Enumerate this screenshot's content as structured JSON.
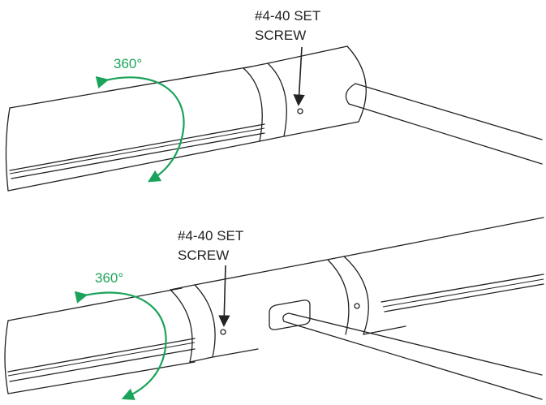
{
  "colors": {
    "line": "#222222",
    "rotation_arrow": "#1aa35a"
  },
  "icons": {
    "rotation": "circular-rotation-arrow-icon",
    "pointer": "down-arrow-icon"
  },
  "top_view": {
    "label_line1": "#4-40 SET",
    "label_line2": "SCREW",
    "rotation_label": "360°"
  },
  "bottom_view": {
    "label_line1": "#4-40 SET",
    "label_line2": "SCREW",
    "rotation_label": "360°"
  }
}
